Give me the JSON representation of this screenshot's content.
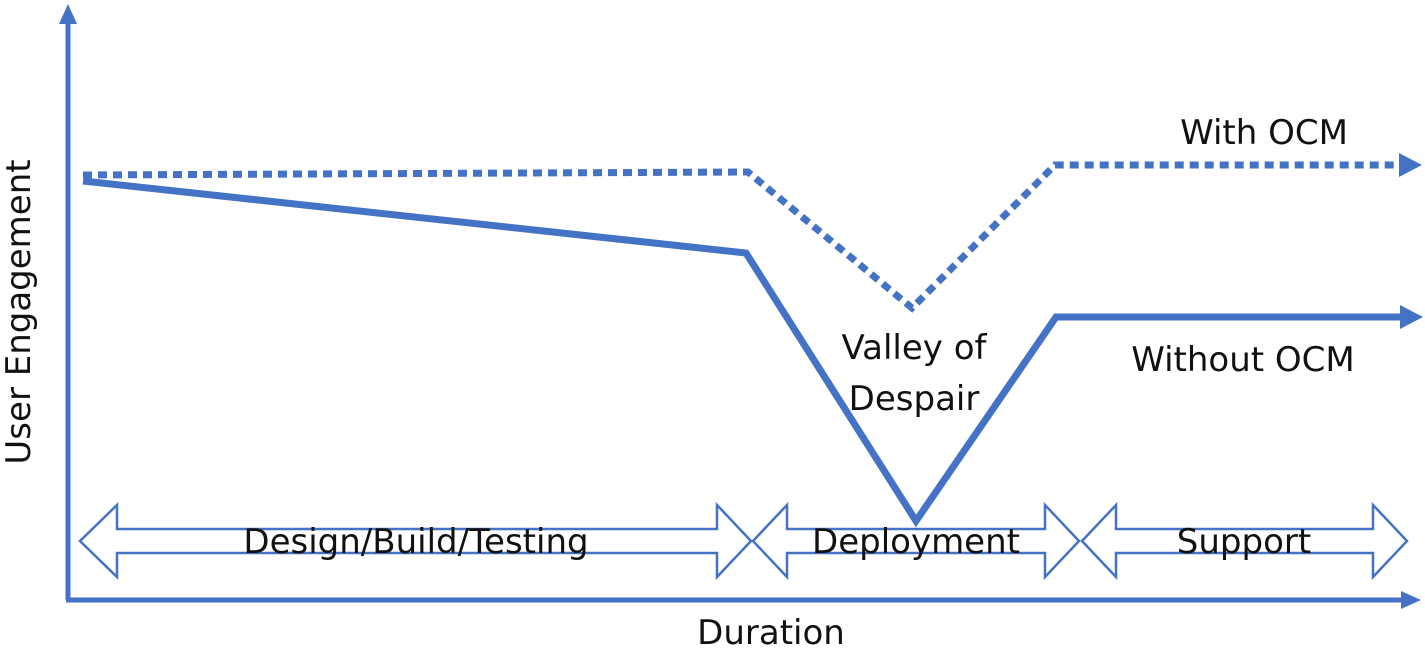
{
  "diagram": {
    "axes": {
      "y_label": "User Engagement",
      "x_label": "Duration"
    },
    "curves": {
      "with_ocm": {
        "label": "With OCM",
        "style": "dotted"
      },
      "without_ocm": {
        "label": "Without OCM",
        "style": "solid"
      }
    },
    "valley": {
      "line1": "Valley of",
      "line2": "Despair"
    },
    "phases": [
      {
        "label": "Design/Build/Testing"
      },
      {
        "label": "Deployment"
      },
      {
        "label": "Support"
      }
    ],
    "colors": {
      "line": "#4472C4",
      "text": "#111111",
      "phase_fill": "#ffffff"
    }
  }
}
